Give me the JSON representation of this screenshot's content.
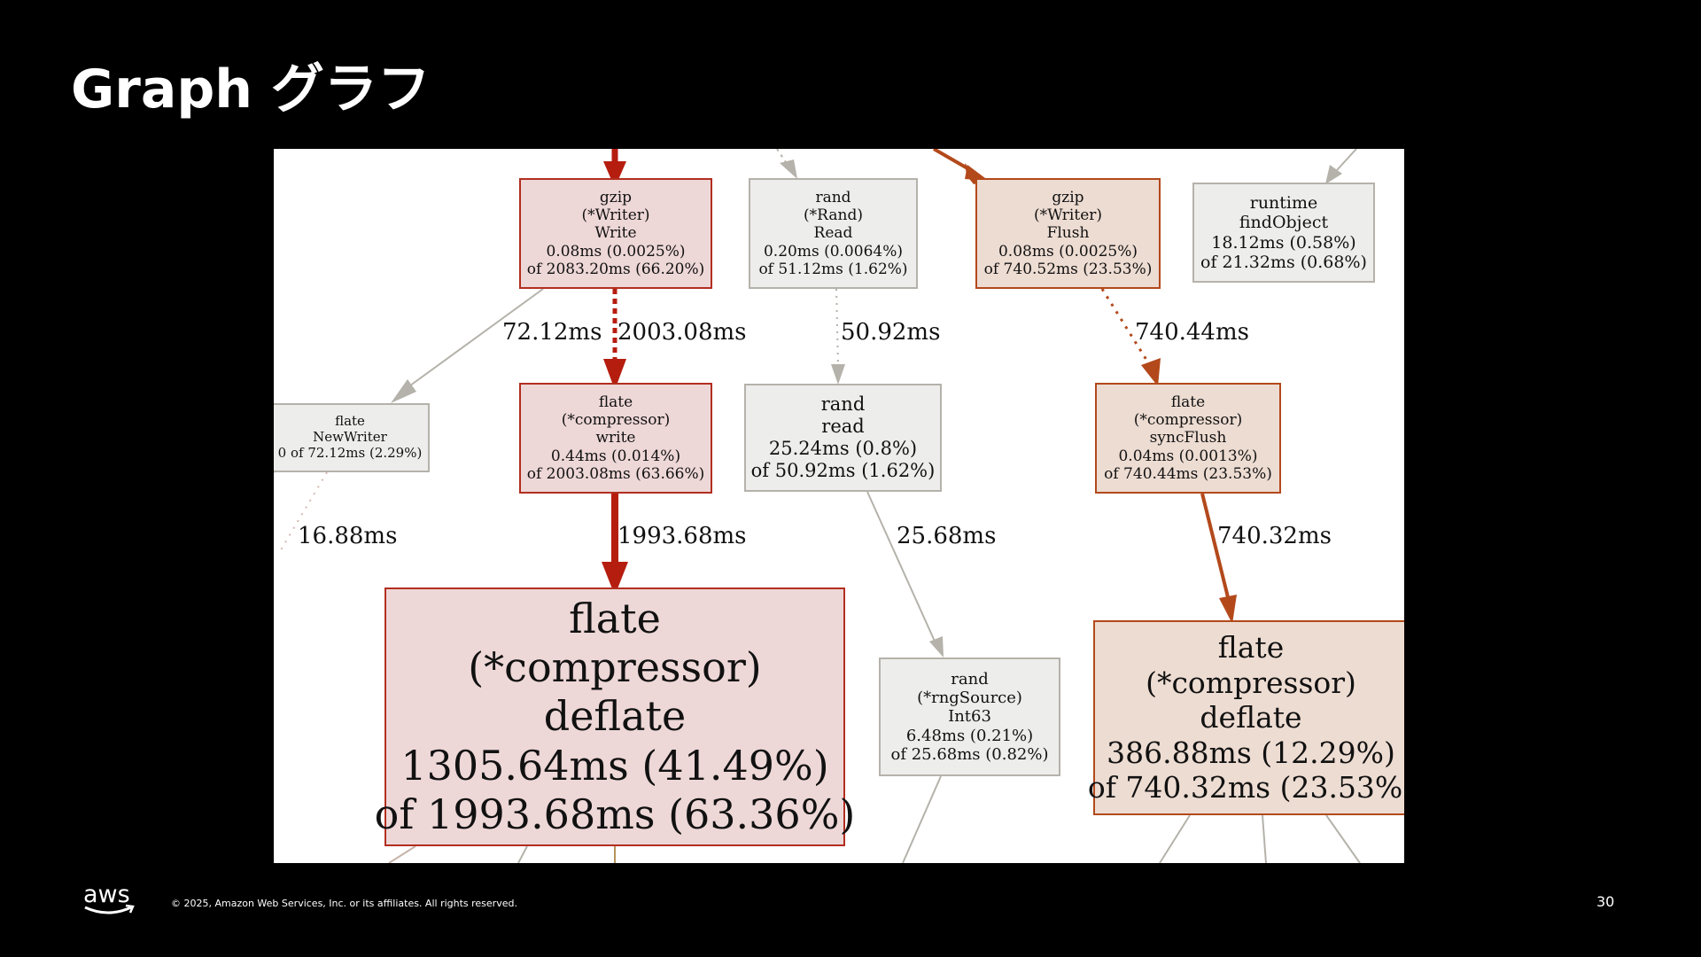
{
  "slide": {
    "title": "Graph グラフ",
    "copyright": "© 2025, Amazon Web Services, Inc. or its affiliates. All rights reserved.",
    "page_number": "30",
    "logo_text": "aws"
  },
  "colors": {
    "hot_fill": "#eed7d7",
    "hot_border": "#b22e20",
    "warm_fill": "#eddcd2",
    "warm_border": "#b3491b",
    "cold_fill": "#ededec",
    "cold_border": "#b4b2aa"
  },
  "nodes": {
    "gzip_write": [
      "gzip",
      "(*Writer)",
      "Write",
      "0.08ms (0.0025%)",
      "of 2083.20ms (66.20%)"
    ],
    "rand_Read": [
      "rand",
      "(*Rand)",
      "Read",
      "0.20ms (0.0064%)",
      "of 51.12ms (1.62%)"
    ],
    "gzip_flush": [
      "gzip",
      "(*Writer)",
      "Flush",
      "0.08ms (0.0025%)",
      "of 740.52ms (23.53%)"
    ],
    "runtime_findobject": [
      "runtime",
      "findObject",
      "18.12ms (0.58%)",
      "of 21.32ms (0.68%)"
    ],
    "flate_newwriter": [
      "flate",
      "NewWriter",
      "0 of 72.12ms (2.29%)"
    ],
    "flate_write": [
      "flate",
      "(*compressor)",
      "write",
      "0.44ms (0.014%)",
      "of 2003.08ms (63.66%)"
    ],
    "rand_read": [
      "rand",
      "read",
      "25.24ms (0.8%)",
      "of 50.92ms (1.62%)"
    ],
    "flate_syncflush": [
      "flate",
      "(*compressor)",
      "syncFlush",
      "0.04ms (0.0013%)",
      "of 740.44ms (23.53%)"
    ],
    "flate_deflate_big": [
      "flate",
      "(*compressor)",
      "deflate",
      "1305.64ms (41.49%)",
      "of 1993.68ms (63.36%)"
    ],
    "rand_int63": [
      "rand",
      "(*rngSource)",
      "Int63",
      "6.48ms (0.21%)",
      "of 25.68ms (0.82%)"
    ],
    "flate_deflate_sync": [
      "flate",
      "(*compressor)",
      "deflate",
      "386.88ms (12.29%)",
      "of 740.32ms (23.53%)"
    ]
  },
  "edges": {
    "write_to_newwriter": "72.12ms",
    "write_to_flatewrite": "2003.08ms",
    "randRead_to_read": "50.92ms",
    "flush_to_syncflush": "740.44ms",
    "newwriter_out": "16.88ms",
    "flatewrite_to_deflate": "1993.68ms",
    "read_to_int63": "25.68ms",
    "syncflush_to_deflate": "740.32ms"
  }
}
